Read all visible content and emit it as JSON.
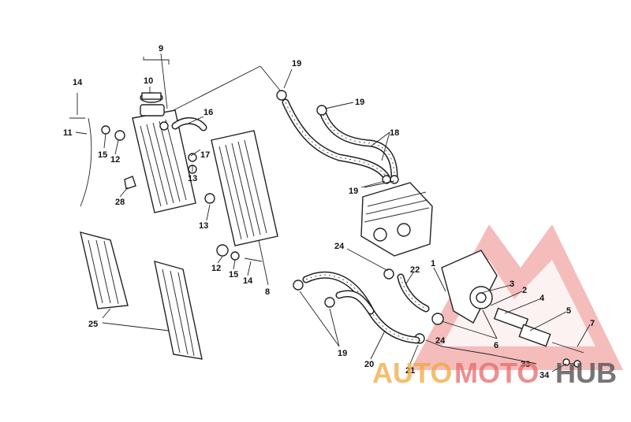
{
  "callouts": {
    "c9": "9",
    "c10": "10",
    "c14a": "14",
    "c11": "11",
    "c15a": "15",
    "c12a": "12",
    "c16": "16",
    "c17": "17",
    "c13a": "13",
    "c28": "28",
    "c13b": "13",
    "c12b": "12",
    "c15b": "15",
    "c14b": "14",
    "c8": "8",
    "c25": "25",
    "c19a": "19",
    "c19b": "19",
    "c18": "18",
    "c19c": "19",
    "c24a": "24",
    "c22": "22",
    "c1": "1",
    "c3": "3",
    "c2": "2",
    "c4": "4",
    "c5": "5",
    "c7": "7",
    "c24b": "24",
    "c6": "6",
    "c19d": "19",
    "c20": "20",
    "c21": "21",
    "c33": "33",
    "c34": "34"
  },
  "watermark": {
    "part1": "AUTO",
    "part2": "MOTO",
    "part3": "HUB"
  },
  "colors": {
    "watermark_orange": "#f2a93b",
    "watermark_red": "#e86a6a",
    "watermark_gray": "#555555"
  }
}
